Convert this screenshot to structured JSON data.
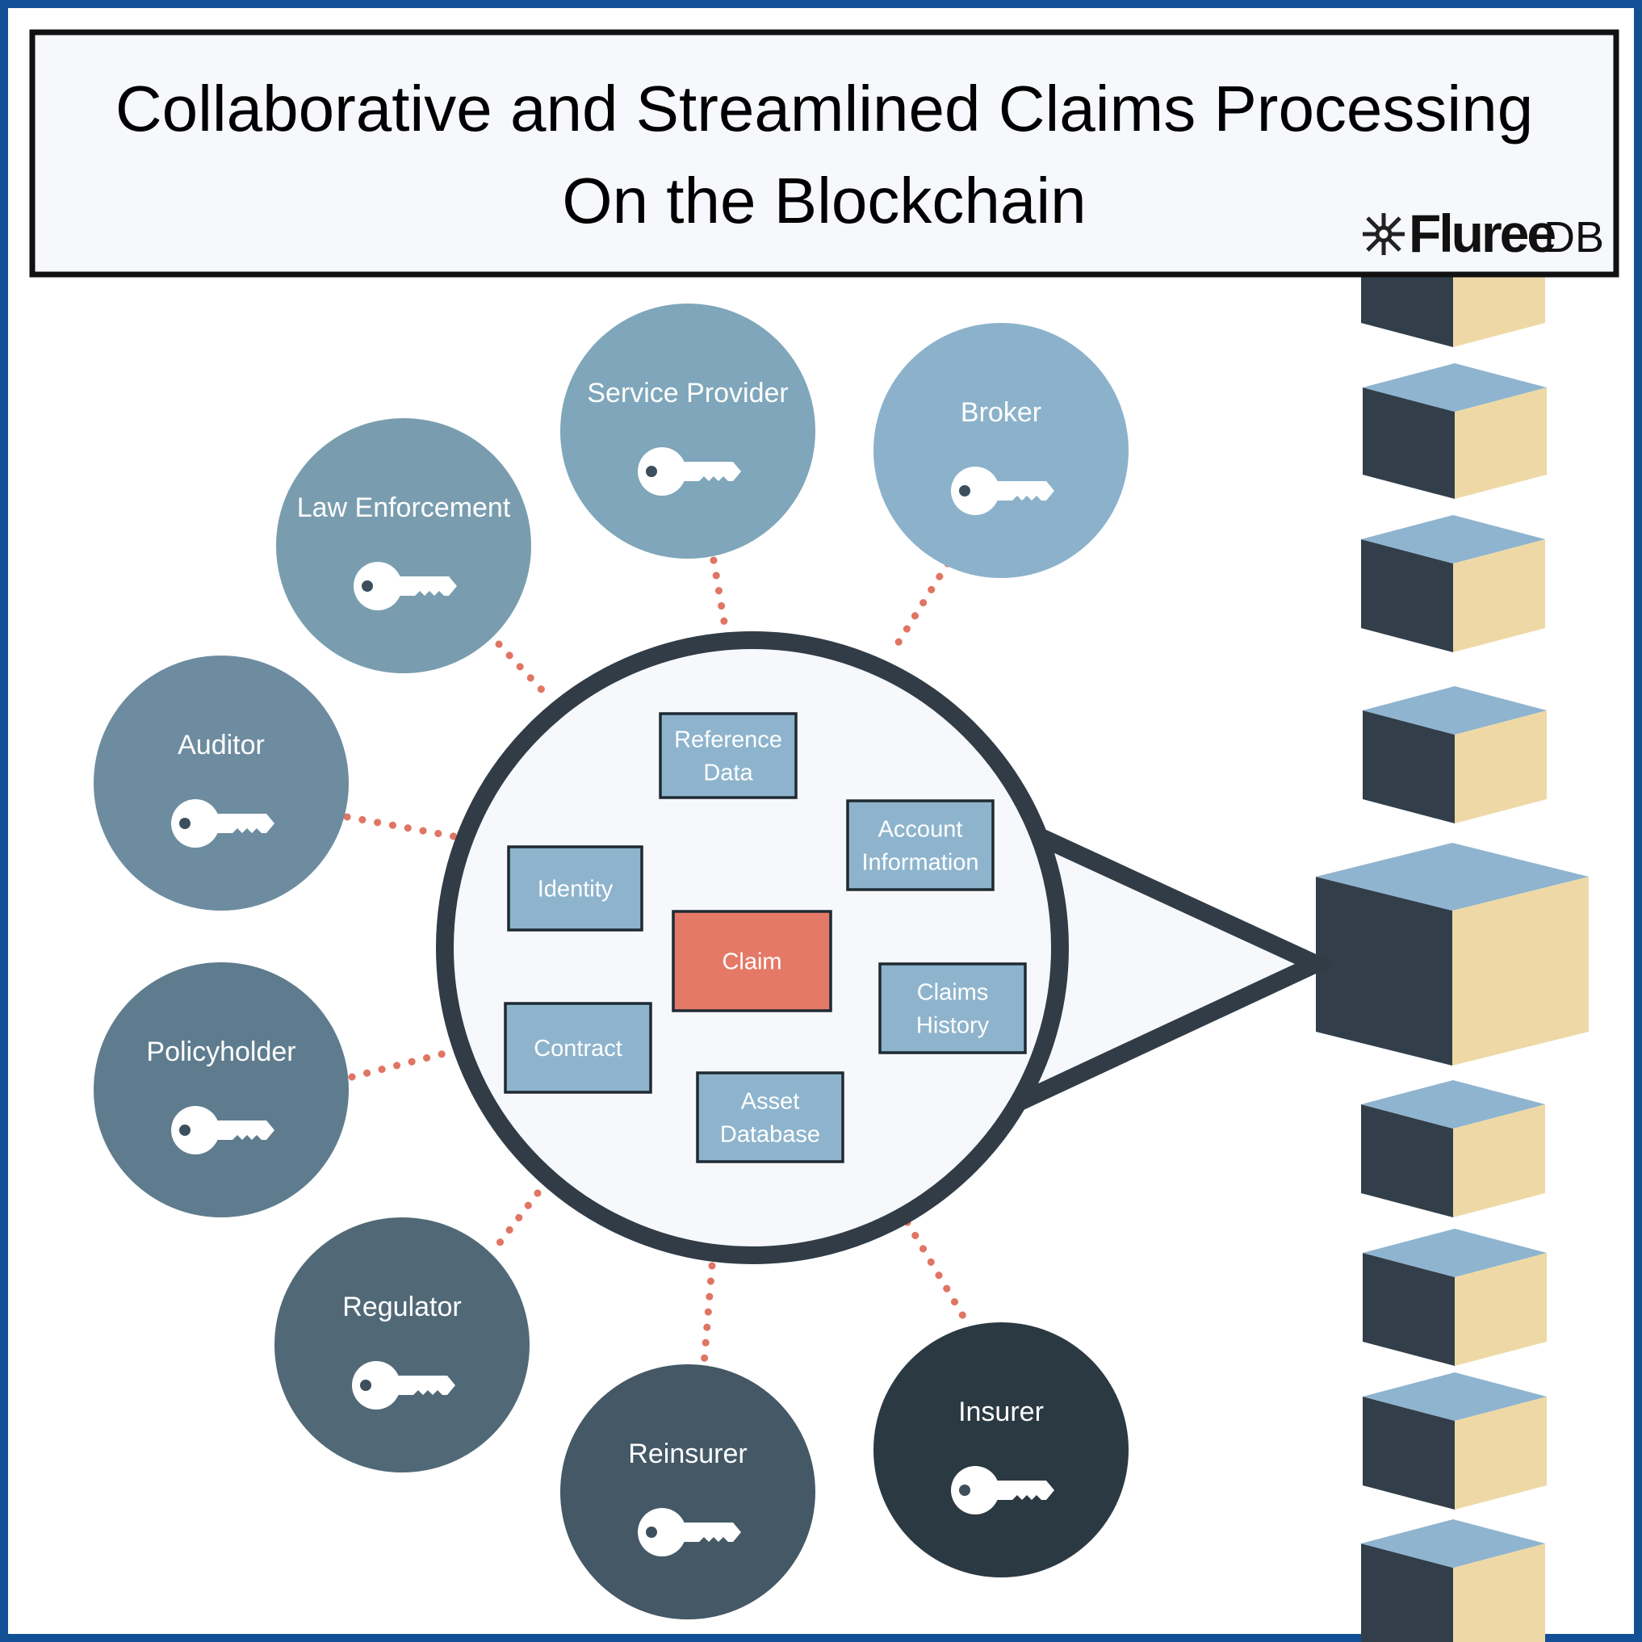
{
  "colors": {
    "frame": "#134f95",
    "title_border": "#111111",
    "title_bg": "#f6f8fc",
    "hub_stroke": "#313c46",
    "hub_fill": "#f6f8fc",
    "dots": "#e07563",
    "box_fill": "#8eb4cd",
    "box_stroke": "#1f2a33",
    "claim_fill": "#e47967",
    "block_dark": "#323f4a",
    "block_top": "#8fb4cf",
    "block_side": "#eed9a6"
  },
  "title": {
    "line1": "Collaborative and Streamlined Claims Processing",
    "line2": "On the Blockchain"
  },
  "logo": {
    "brand": "Fluree",
    "suffix": "DB"
  },
  "participants": [
    {
      "id": "service-provider",
      "label": "Service Provider",
      "color": "#7fa6ba",
      "icon": "key-icon"
    },
    {
      "id": "broker",
      "label": "Broker",
      "color": "#8cb2cb",
      "icon": "key-icon"
    },
    {
      "id": "law-enforcement",
      "label": "Law Enforcement",
      "color": "#799daf",
      "icon": "key-icon"
    },
    {
      "id": "auditor",
      "label": "Auditor",
      "color": "#6d8ca0",
      "icon": "key-icon"
    },
    {
      "id": "policyholder",
      "label": "Policyholder",
      "color": "#5f7c8f",
      "icon": "key-icon"
    },
    {
      "id": "regulator",
      "label": "Regulator",
      "color": "#516977",
      "icon": "key-icon"
    },
    {
      "id": "reinsurer",
      "label": "Reinsurer",
      "color": "#445866",
      "icon": "key-icon"
    },
    {
      "id": "insurer",
      "label": "Insurer",
      "color": "#2b3942",
      "icon": "key-icon"
    }
  ],
  "data_boxes": [
    {
      "id": "reference-data",
      "lines": [
        "Reference",
        "Data"
      ]
    },
    {
      "id": "account-information",
      "lines": [
        "Account",
        "Information"
      ]
    },
    {
      "id": "identity",
      "lines": [
        "Identity"
      ]
    },
    {
      "id": "claim",
      "lines": [
        "Claim"
      ],
      "highlight": true
    },
    {
      "id": "claims-history",
      "lines": [
        "Claims",
        "History"
      ]
    },
    {
      "id": "contract",
      "lines": [
        "Contract"
      ]
    },
    {
      "id": "asset-database",
      "lines": [
        "Asset",
        "Database"
      ]
    }
  ]
}
